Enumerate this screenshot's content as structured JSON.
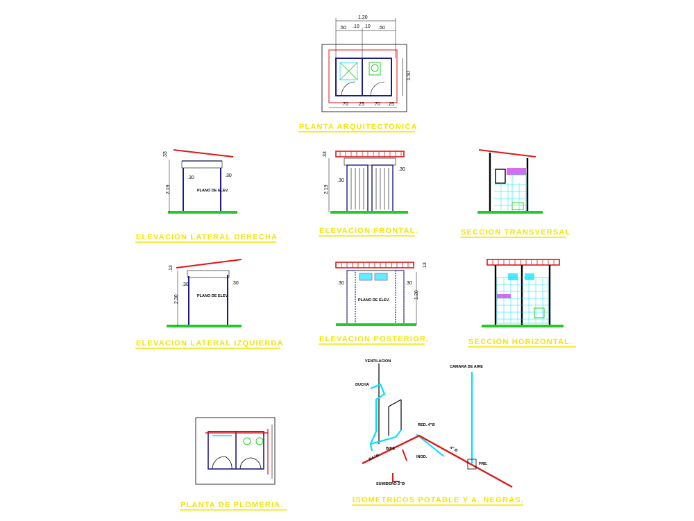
{
  "titles": {
    "planta_arq": "PLANTA ARQUITECTONICA",
    "elev_der": "ELEVACION LATERAL DERECHA",
    "elev_frontal": "ELEVACION FRONTAL.",
    "sec_transversal": "SECCION TRANSVERSAL",
    "elev_izq": "ELEVACION LATERAL IZQUIERDA",
    "elev_posterior": "ELEVACION POSTERIOR.",
    "sec_horizontal": "SECCION  HORIZONTAL.",
    "planta_plomeria": "PLANTA DE PLOMERIA.",
    "isometricos": "ISOMETRICOS POTABLE Y A. NEGRAS."
  },
  "dims": {
    "top_total": "1.20",
    "top_a": ".50",
    "top_b": ".10",
    "top_c": ".50",
    "top_d": ".10",
    "side_right": "1.50",
    "bottom_a": ".70",
    "bottom_b": ".25",
    "bottom_c": ".70",
    "bottom_d": ".25",
    "h_219": "2.19",
    "h_230": "2.30",
    "h_30": ".30",
    "h_33": ".33",
    "h_13": ".13",
    "h_120": "1.20"
  },
  "labels": {
    "ventilacion": "VENTILACION",
    "ducha": "DUCHA",
    "camara_aire": "CAMARA DE AIRE",
    "red": "RED. 4\"Ø",
    "sumidero": "SUMIDERO 2\"Ø",
    "inod": "INOD.",
    "bidet": "BIDE.",
    "pipe_34": "3/4 \"Ø",
    "pipe_4": "4\" Ø",
    "fregadero": "FRE.",
    "plano_label": "PLANO DE ELEV."
  },
  "colors": {
    "title": "#f2e600",
    "wall": "#1a1a8c",
    "red": "#e01515",
    "cyan": "#00e0ff",
    "green": "#22cc22",
    "magenta": "#cc55ee"
  }
}
